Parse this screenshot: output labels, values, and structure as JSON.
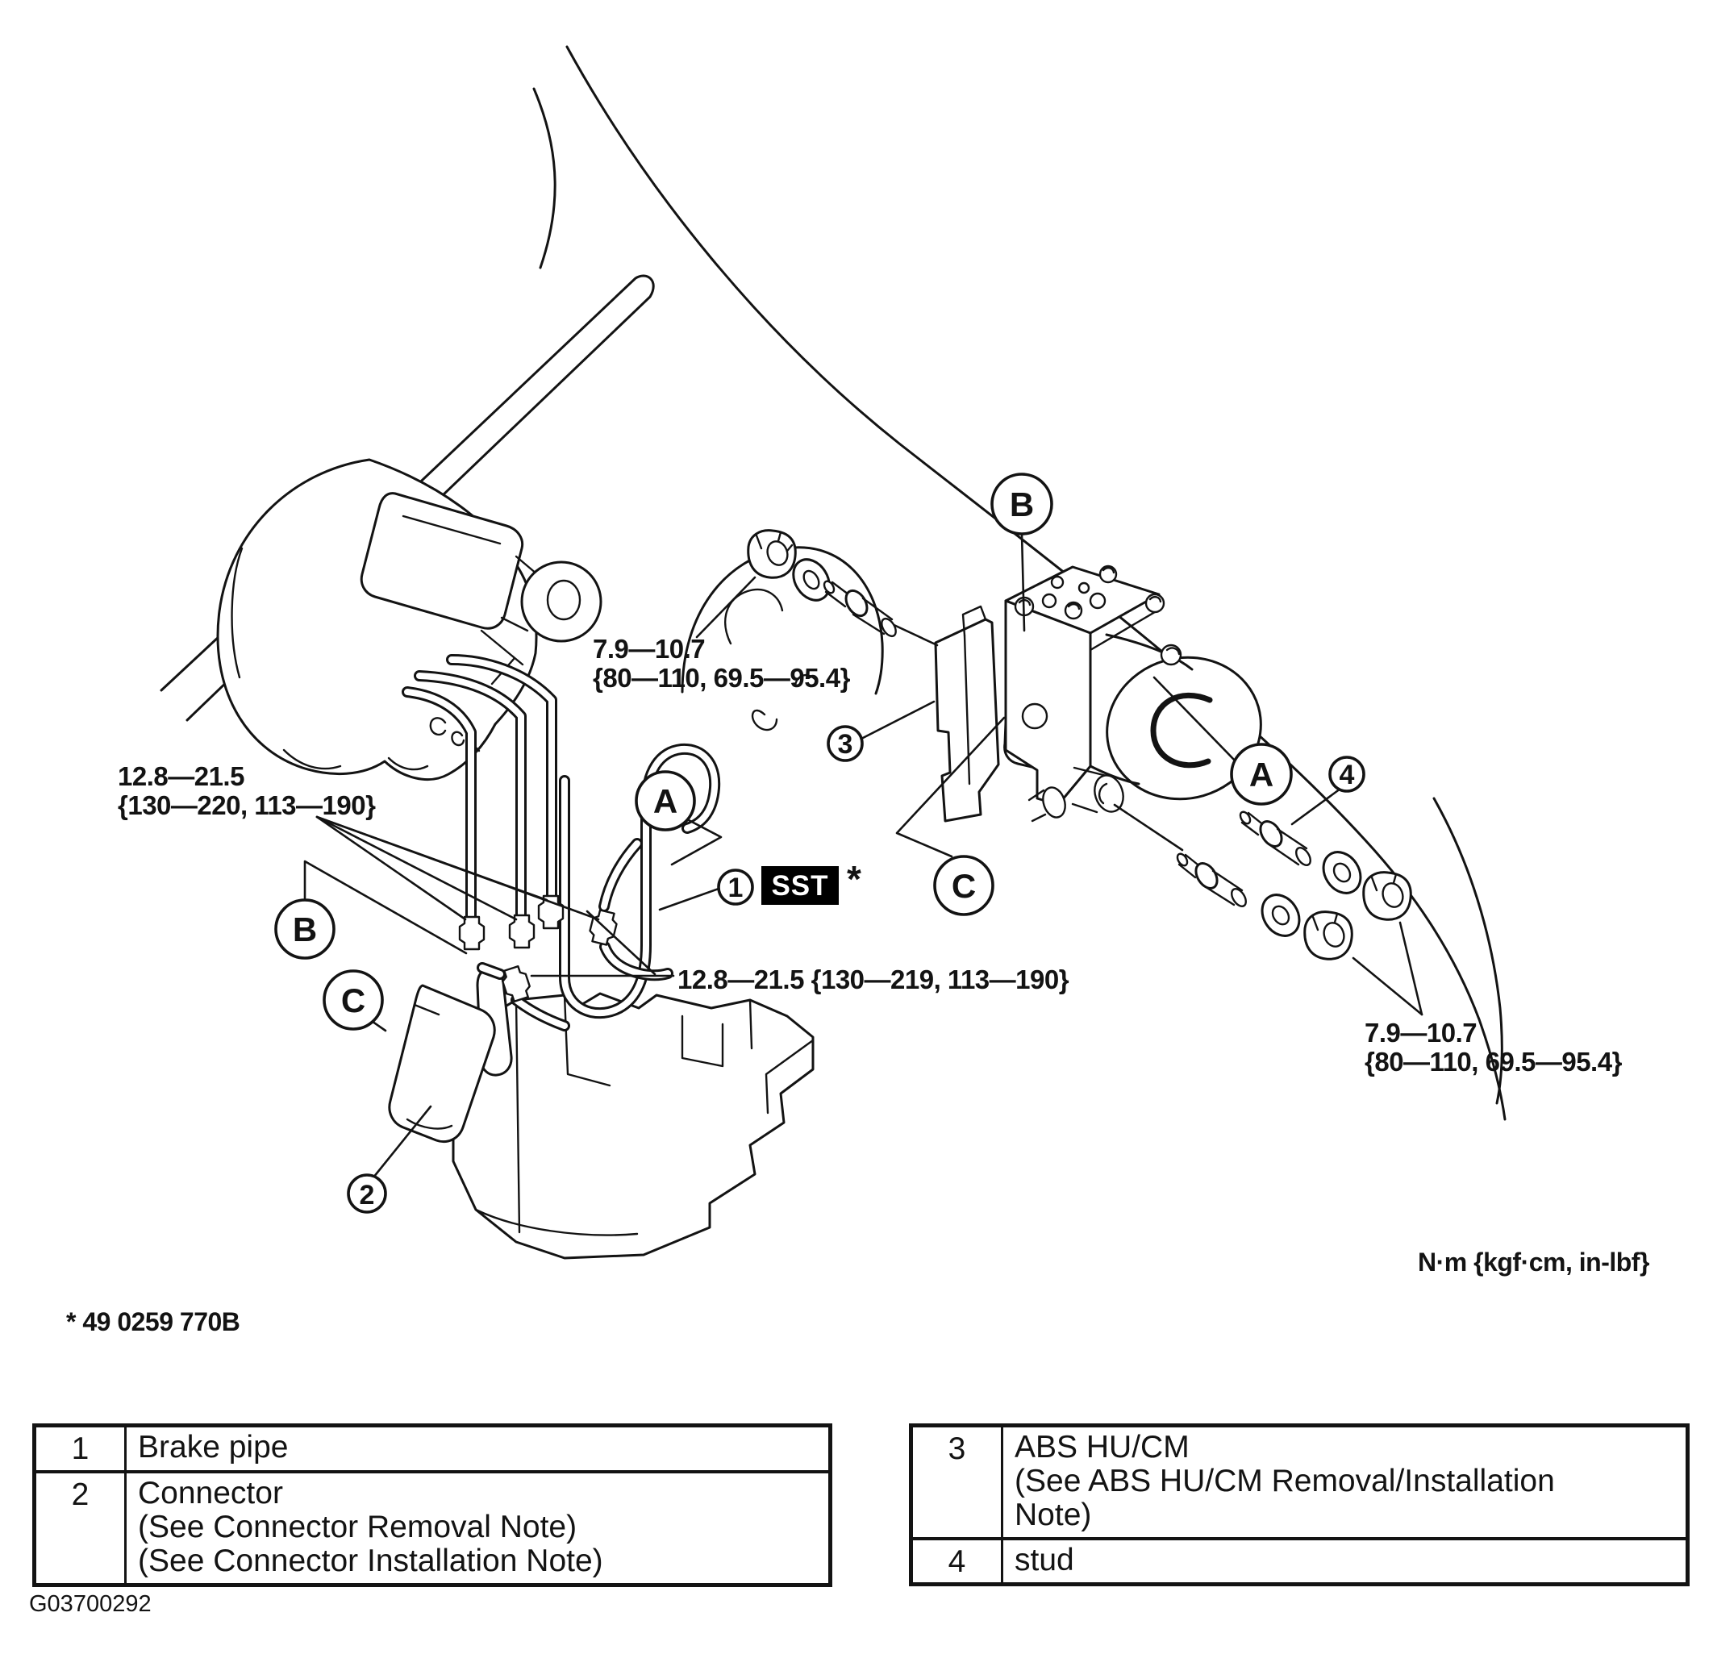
{
  "colors": {
    "ink": "#131313",
    "paper": "#ffffff",
    "sst_bg": "#000000",
    "sst_fg": "#ffffff"
  },
  "diagram": {
    "torque_top": {
      "l1": "7.9—10.7",
      "l2": "{80—110, 69.5—95.4}"
    },
    "torque_left": {
      "l1": "12.8—21.5",
      "l2": "{130—220, 113—190}"
    },
    "torque_mid": {
      "l1": "12.8—21.5 {130—219, 113—190}"
    },
    "torque_right": {
      "l1": "7.9—10.7",
      "l2": "{80—110, 69.5—95.4}"
    },
    "units_note": "N·m {kgf·cm, in-lbf}",
    "sst": {
      "label": "SST",
      "asterisk": "*"
    },
    "footnote": "* 49 0259 770B",
    "figure_id": "G03700292",
    "callouts": {
      "a_left": "A",
      "b_left": "B",
      "c_left": "C",
      "num1": "1",
      "num2": "2",
      "a_right": "A",
      "b_right": "B",
      "c_right": "C",
      "num3": "3",
      "num4": "4"
    }
  },
  "parts_tables": {
    "left": [
      {
        "num": "1",
        "lines": [
          "Brake pipe"
        ]
      },
      {
        "num": "2",
        "lines": [
          "Connector",
          "(See Connector Removal Note)",
          "(See Connector Installation Note)"
        ]
      }
    ],
    "right": [
      {
        "num": "3",
        "lines": [
          "ABS HU/CM",
          "(See ABS HU/CM Removal/Installation",
          "Note)"
        ]
      },
      {
        "num": "4",
        "lines": [
          "stud"
        ]
      }
    ]
  }
}
